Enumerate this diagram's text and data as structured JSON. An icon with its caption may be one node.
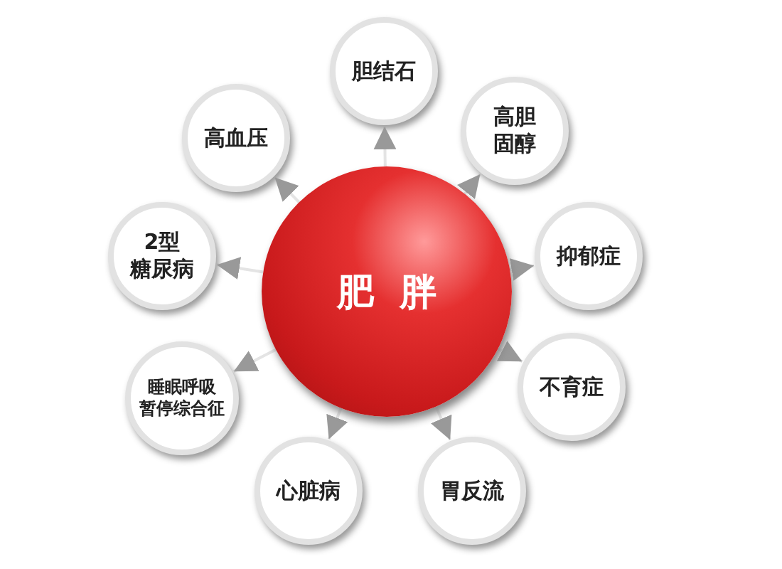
{
  "diagram": {
    "nodes": [
      {
        "text": [
          "肥胖"
        ]
      },
      {
        "text": [
          "胆结石"
        ]
      },
      {
        "text": [
          "高胆固醇"
        ]
      },
      {
        "text": [
          "抑郁症"
        ]
      },
      {
        "text": [
          "不育症"
        ]
      },
      {
        "text": [
          "胃反流"
        ]
      },
      {
        "text": [
          "心脏病"
        ]
      },
      {
        "text": [
          "睡眠呼吸暂停综合征"
        ]
      },
      {
        "text": [
          "2型糖尿病"
        ]
      },
      {
        "text": [
          "高血压"
        ]
      }
    ],
    "edges": [
      {
        "from": 0,
        "to": 1,
        "arrow": "to"
      },
      {
        "from": 0,
        "to": 2,
        "arrow": "to"
      },
      {
        "from": 0,
        "to": 3,
        "arrow": "to"
      },
      {
        "from": 0,
        "to": 4,
        "arrow": "to"
      },
      {
        "from": 0,
        "to": 5,
        "arrow": "to"
      },
      {
        "from": 0,
        "to": 6,
        "arrow": "to"
      },
      {
        "from": 0,
        "to": 7,
        "arrow": "to"
      },
      {
        "from": 0,
        "to": 8,
        "arrow": "to"
      },
      {
        "from": 0,
        "to": 9,
        "arrow": "to"
      }
    ]
  }
}
